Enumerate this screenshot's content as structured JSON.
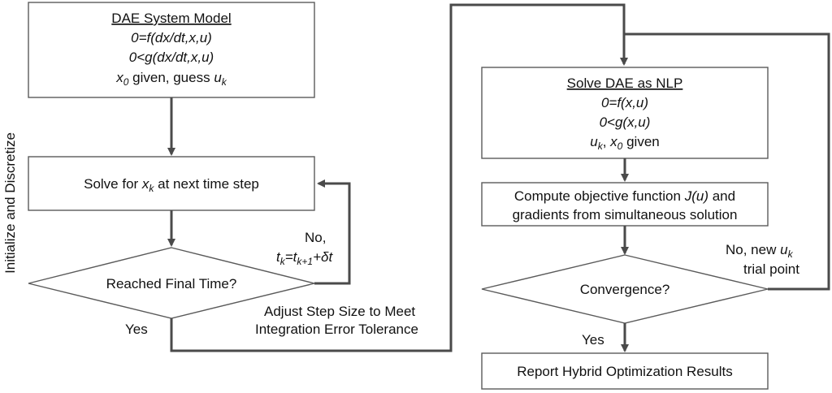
{
  "side_label": "Initialize and Discretize",
  "left": {
    "model_box": {
      "title": "DAE System Model",
      "eq1": "0=f(dx/dt,x,u)",
      "eq2": "0<g(dx/dt,x,u)",
      "given_x": "x",
      "given_x_sub": "0",
      "given_mid": " given, guess ",
      "given_u": "u",
      "given_u_sub": "k"
    },
    "solve_box": {
      "pre": "Solve for ",
      "var": "x",
      "var_sub": "k",
      "post": " at next time step"
    },
    "decision": "Reached Final Time?",
    "no_label": "No,",
    "step_t": "t",
    "step_t_sub": "k",
    "step_eq": "=t",
    "step_t2_sub": "k+1",
    "step_plus": "+δt",
    "adjust_line1": "Adjust Step Size to Meet",
    "adjust_line2": "Integration Error Tolerance",
    "yes_label": "Yes"
  },
  "right": {
    "nlp_box": {
      "title": "Solve DAE as NLP",
      "eq1": "0=f(x,u)",
      "eq2": "0<g(x,u)",
      "given_u": "u",
      "given_u_sub": "k",
      "given_sep": ", ",
      "given_x": "x",
      "given_x_sub": "0",
      "given_post": " given"
    },
    "objective_box": {
      "line1_pre": "Compute objective function ",
      "line1_fn": "J(u)",
      "line1_post": " and",
      "line2": "gradients from simultaneous solution"
    },
    "decision": "Convergence?",
    "no_label_pre": "No, new ",
    "no_label_u": "u",
    "no_label_u_sub": "k",
    "no_label_line2": "trial point",
    "yes_label": "Yes",
    "report_box": "Report Hybrid Optimization Results"
  }
}
